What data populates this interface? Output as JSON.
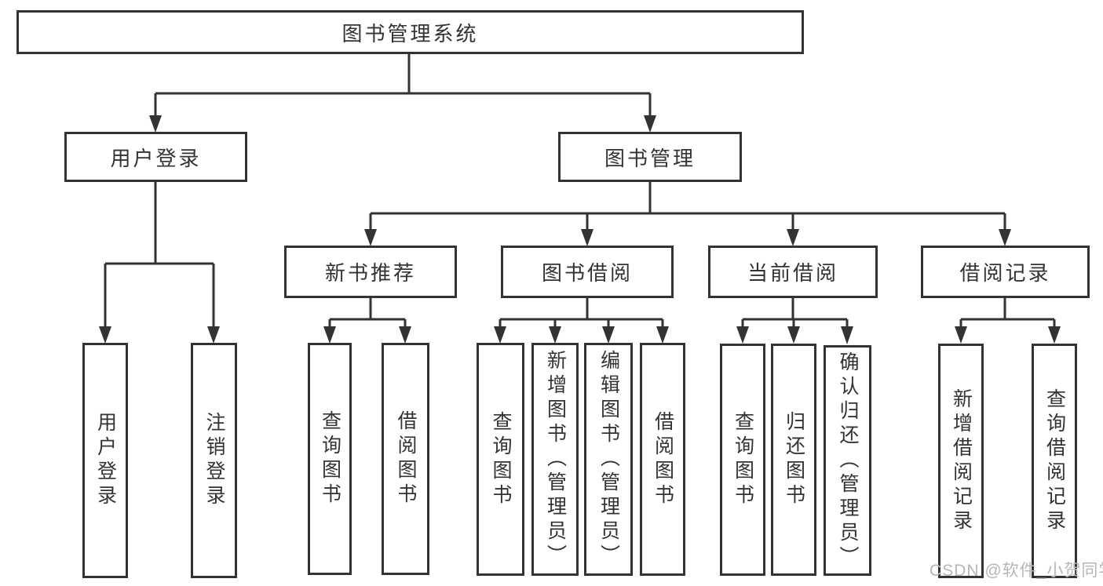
{
  "diagram_title": "图书管理系统",
  "tree": {
    "label": "图书管理系统",
    "children": [
      {
        "label": "用户登录",
        "children": [
          {
            "label": "用户登录"
          },
          {
            "label": "注销登录"
          }
        ]
      },
      {
        "label": "图书管理",
        "children": [
          {
            "label": "新书推荐",
            "children": [
              {
                "label": "查询图书"
              },
              {
                "label": "借阅图书"
              }
            ]
          },
          {
            "label": "图书借阅",
            "children": [
              {
                "label": "查询图书"
              },
              {
                "label": "新增图书（管理员）"
              },
              {
                "label": "编辑图书（管理员）"
              },
              {
                "label": "借阅图书"
              }
            ]
          },
          {
            "label": "当前借阅",
            "children": [
              {
                "label": "查询图书"
              },
              {
                "label": "归还图书"
              },
              {
                "label": "确认归还（管理员）"
              }
            ]
          },
          {
            "label": "借阅记录",
            "children": [
              {
                "label": "新增借阅记录"
              },
              {
                "label": "查询借阅记录"
              }
            ]
          }
        ]
      }
    ]
  },
  "watermark": {
    "text": "CSDN @软件_小贺同学"
  },
  "colors": {
    "line": "#333333",
    "box_border": "#333333",
    "box_fill": "#ffffff",
    "watermark": "#b7b7b7"
  }
}
